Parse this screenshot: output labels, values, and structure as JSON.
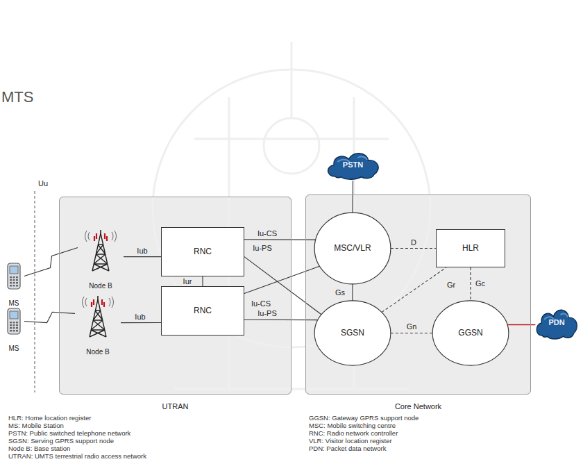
{
  "diagram": {
    "nodes": [
      {
        "text": [
          "MS"
        ]
      },
      {
        "text": [
          "MS"
        ]
      },
      {
        "text": [
          "UTRAN"
        ]
      },
      {
        "text": [
          "Node B"
        ],
        "in": 2
      },
      {
        "text": [
          "RNC"
        ],
        "in": 2
      },
      {
        "text": [
          "Node B"
        ],
        "in": 2
      },
      {
        "text": [
          "RNC"
        ],
        "in": 2
      },
      {
        "text": [
          "PSTN"
        ]
      },
      {
        "text": [
          "Core Network"
        ]
      },
      {
        "text": [
          "MSC/VLR"
        ],
        "in": 8
      },
      {
        "text": [
          "HLR"
        ],
        "in": 8
      },
      {
        "text": [
          "SGSN"
        ],
        "in": 8
      },
      {
        "text": [
          "GGSN"
        ],
        "in": 8
      },
      {
        "text": [
          "PDN"
        ]
      }
    ],
    "edges": [
      {
        "from": 0,
        "to": 3,
        "arrow": "none"
      },
      {
        "from": 1,
        "to": 5,
        "arrow": "none"
      },
      {
        "from": 3,
        "to": 4,
        "label": "Iub",
        "arrow": "none"
      },
      {
        "from": 5,
        "to": 6,
        "label": "Iub",
        "arrow": "none"
      },
      {
        "from": 4,
        "to": 6,
        "label": "Iur",
        "arrow": "none"
      },
      {
        "from": 4,
        "to": 9,
        "label": "Iu-CS",
        "arrow": "none"
      },
      {
        "from": 4,
        "to": 11,
        "label": "Iu-PS",
        "arrow": "none"
      },
      {
        "from": 6,
        "to": 9,
        "label": "Iu-CS",
        "arrow": "none"
      },
      {
        "from": 6,
        "to": 11,
        "label": "Iu-PS",
        "arrow": "none"
      },
      {
        "from": 9,
        "to": 11,
        "label": "Gs",
        "arrow": "none"
      },
      {
        "from": 9,
        "to": 10,
        "label": "D",
        "arrow": "none"
      },
      {
        "from": 11,
        "to": 10,
        "label": "Gr",
        "arrow": "none"
      },
      {
        "from": 10,
        "to": 12,
        "label": "Gc",
        "arrow": "none"
      },
      {
        "from": 11,
        "to": 12,
        "label": "Gn",
        "arrow": "none"
      },
      {
        "from": 7,
        "to": 9,
        "arrow": "none"
      },
      {
        "from": 12,
        "to": 13,
        "arrow": "none"
      }
    ],
    "labels": [
      "MTS",
      "Uu",
      "HLR: Home location register",
      "MS: Mobile Station",
      "PSTN: Public switched telephone network",
      "SGSN: Serving GPRS support node",
      "Node B: Base station",
      "UTRAN: UMTS terrestrial radio access network",
      "GGSN: Gateway GPRS support node",
      "MSC: Mobile switching centre",
      "RNC: Radio network controller",
      "VLR: Visitor location register",
      "PDN: Packet data network"
    ]
  }
}
